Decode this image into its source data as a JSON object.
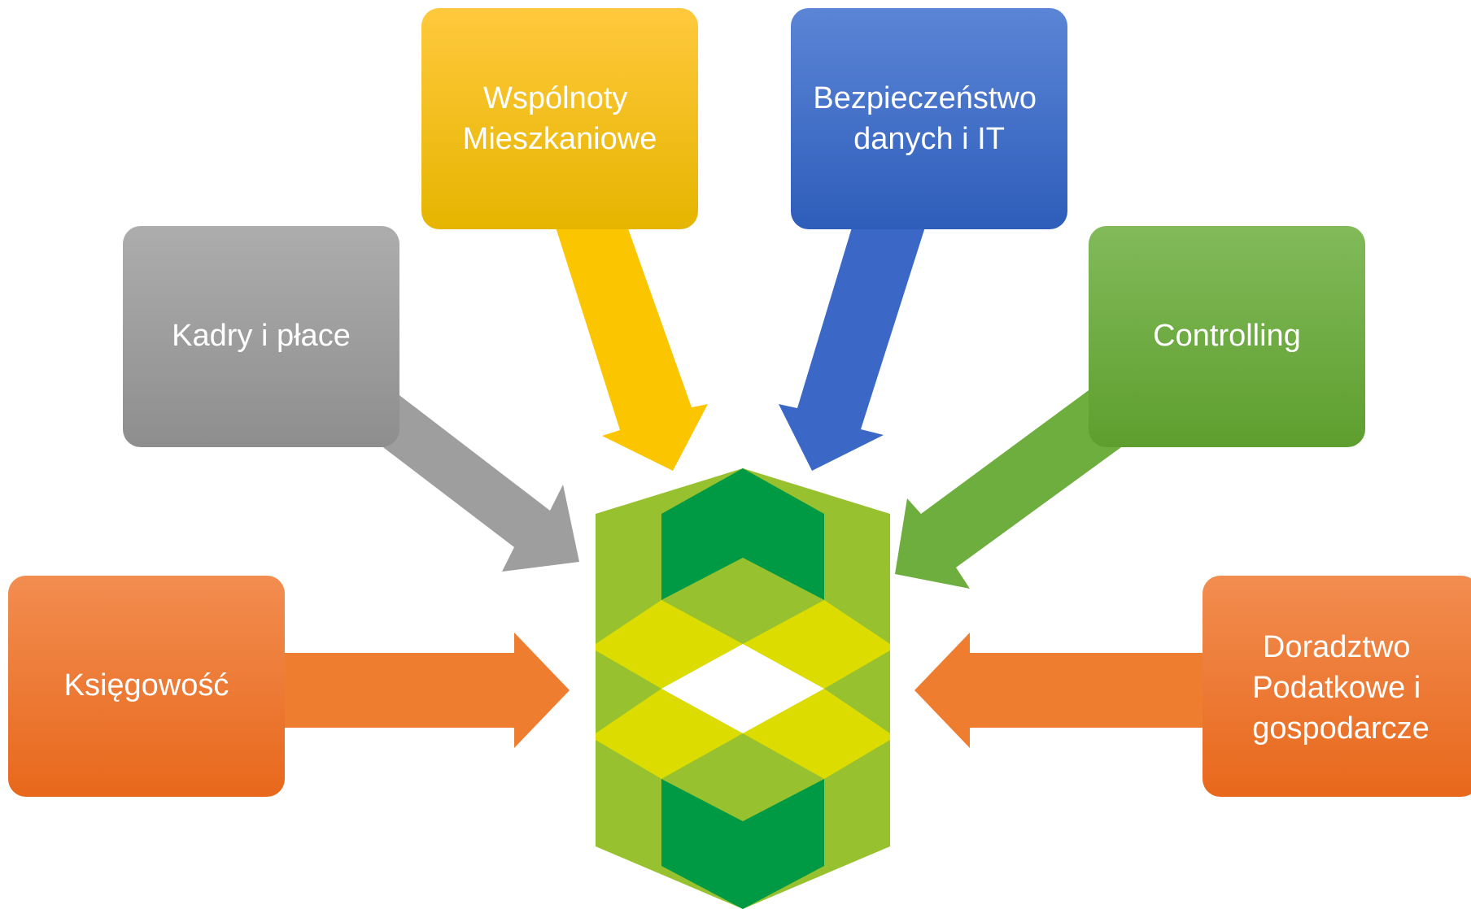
{
  "boxes": [
    {
      "id": "ksiegowosc",
      "lines": [
        "Księgowość"
      ],
      "color": "#EF7B2E"
    },
    {
      "id": "kadry",
      "lines": [
        "Kadry i płace"
      ],
      "color": "#9E9E9E"
    },
    {
      "id": "wspolnoty",
      "lines": [
        "Wspólnoty",
        "Mieszkaniowe"
      ],
      "color": "#F5C000"
    },
    {
      "id": "bezpieczenstwo",
      "lines": [
        "Bezpieczeństwo",
        "danych i IT"
      ],
      "color": "#3C6AC6"
    },
    {
      "id": "controlling",
      "lines": [
        "Controlling"
      ],
      "color": "#6AAE3E"
    },
    {
      "id": "doradztwo",
      "lines": [
        "Doradztwo",
        "Podatkowe i",
        "gospodarcze"
      ],
      "color": "#EF7B2E"
    }
  ],
  "logo": {
    "colors": {
      "dark_green": "#009A44",
      "light_green": "#97C12E",
      "yellow": "#DCDC00"
    }
  }
}
